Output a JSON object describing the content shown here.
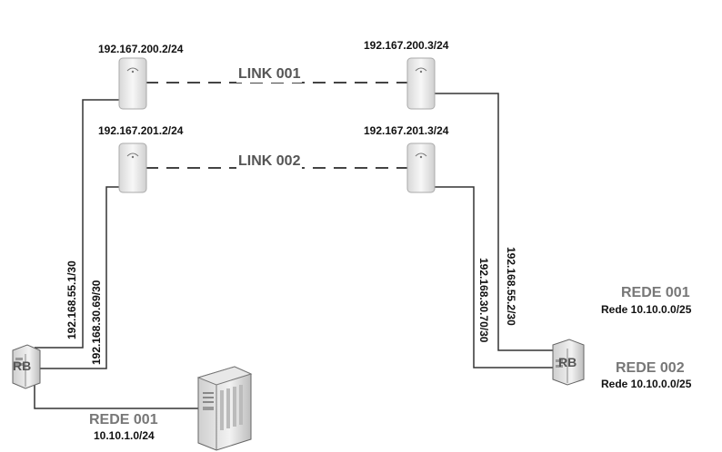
{
  "ap_labels": {
    "ap1": "192.167.200.2/24",
    "ap2": "192.167.200.3/24",
    "ap3": "192.167.201.2/24",
    "ap4": "192.167.201.3/24"
  },
  "links": {
    "link1": "LINK 001",
    "link2": "LINK 002"
  },
  "wire_labels": {
    "left_outer": "192.168.55.1/30",
    "left_inner": "192.168.30.69/30",
    "right_inner": "192.168.30.70/30",
    "right_outer": "192.168.55.2/30"
  },
  "routers": {
    "left": "RB",
    "right": "RB"
  },
  "networks": {
    "right_rede1_title": "REDE 001",
    "right_rede1_sub": "Rede 10.10.0.0/25",
    "right_rede2_title": "REDE 002",
    "right_rede2_sub": "Rede 10.10.0.0/25",
    "left_rede1_title": "REDE 001",
    "left_rede1_sub": "10.10.1.0/24"
  }
}
